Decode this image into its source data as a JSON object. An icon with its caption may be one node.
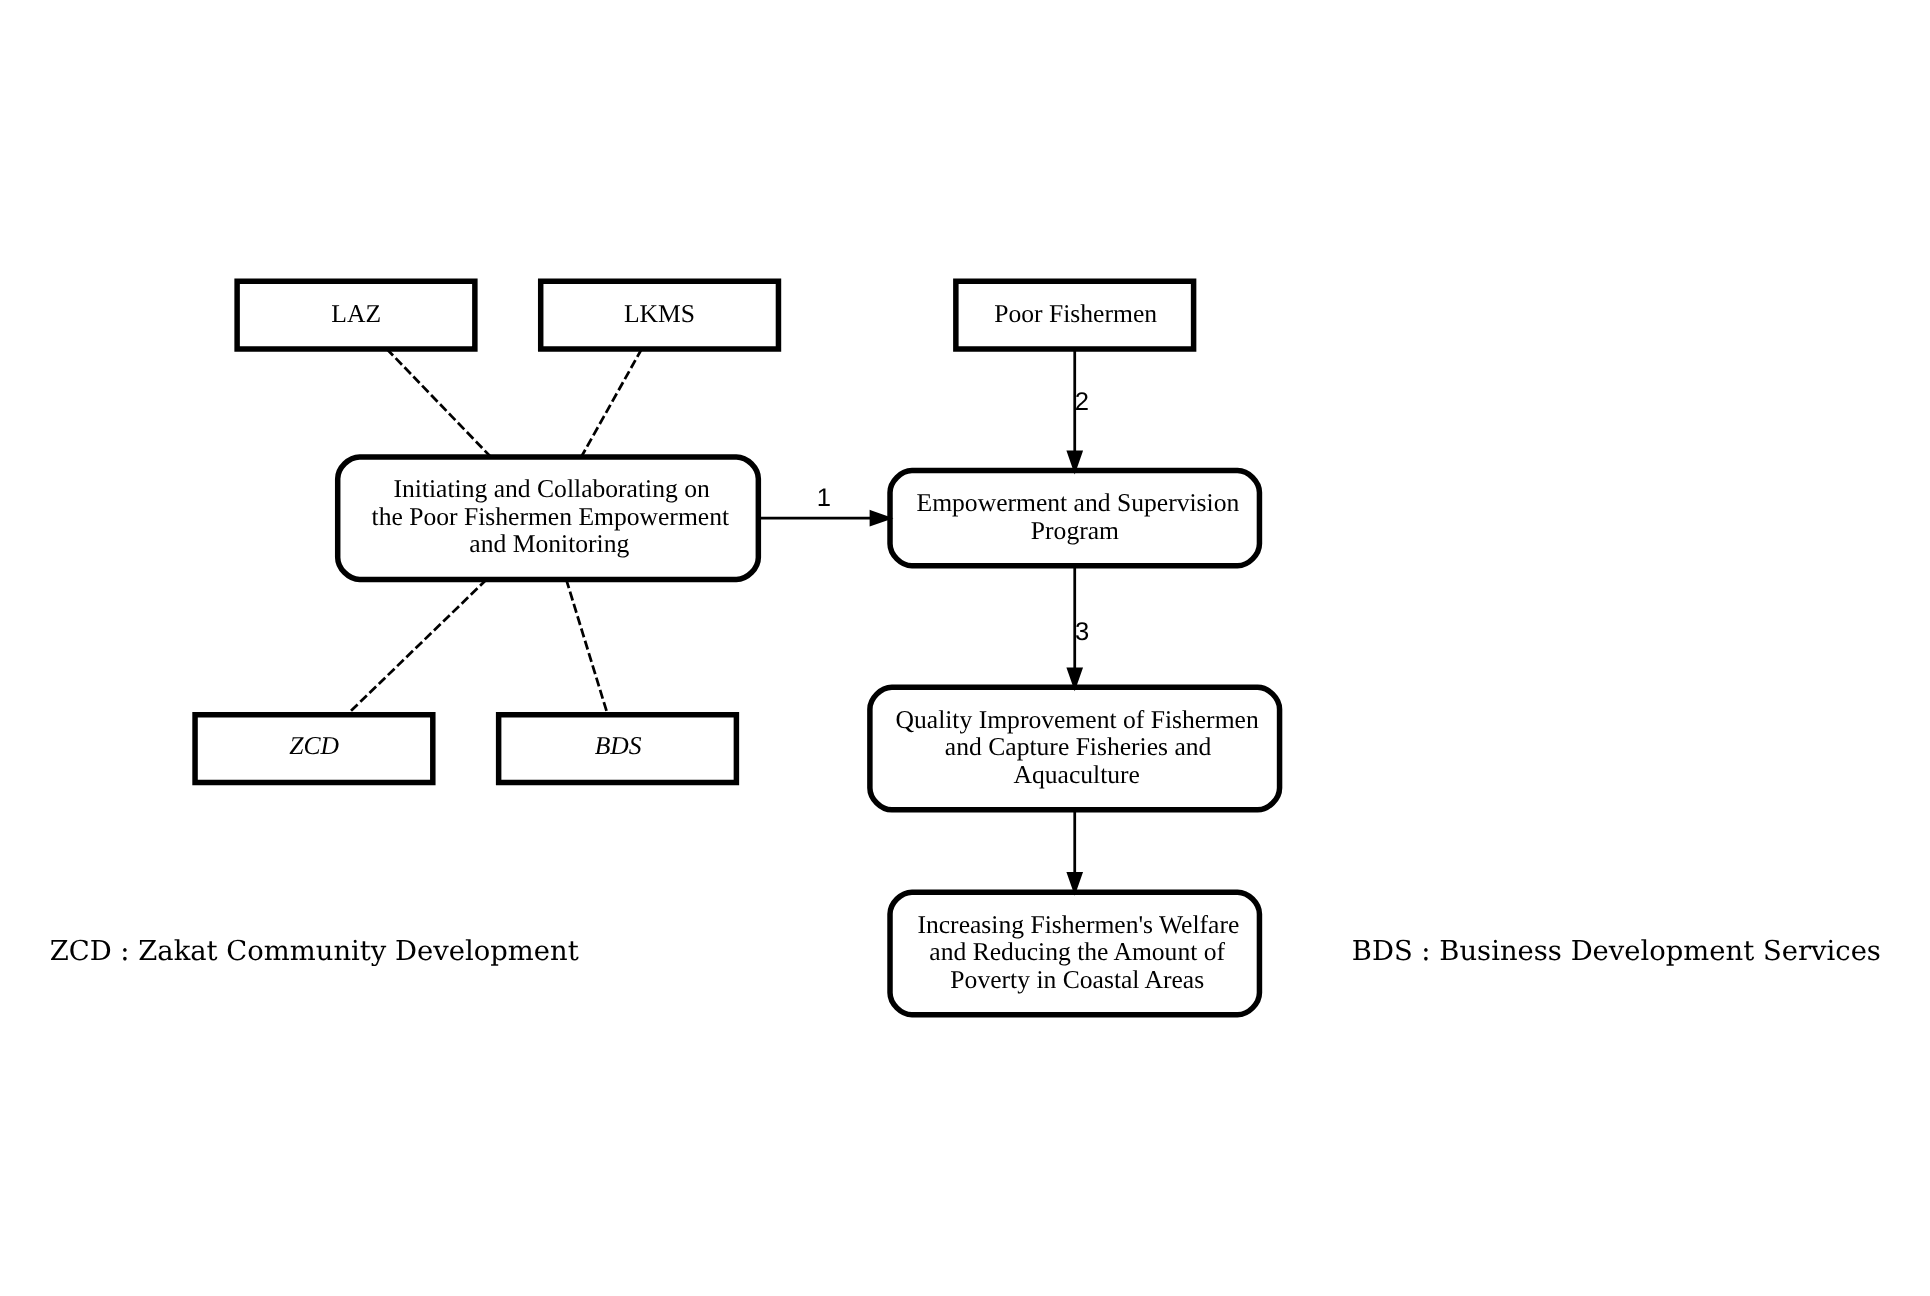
{
  "diagram": {
    "nodes": [
      {
        "text": [
          "LAZ"
        ]
      },
      {
        "text": [
          "LKMS"
        ]
      },
      {
        "text": [
          "Initiating and Collaborating on the Poor Fishermen Empowerment and Monitoring"
        ]
      },
      {
        "text": [
          "ZCD"
        ]
      },
      {
        "text": [
          "BDS"
        ]
      },
      {
        "text": [
          "Poor Fishermen"
        ]
      },
      {
        "text": [
          "Empowerment and Supervision Program"
        ]
      },
      {
        "text": [
          "Quality Improvement of Fishermen and Capture Fisheries and Aquaculture"
        ]
      },
      {
        "text": [
          "Increasing Fishermen's Welfare and Reducing the Amount of Poverty in Coastal Areas"
        ]
      }
    ],
    "edges": [
      {
        "from": 0,
        "to": 2,
        "arrow": "none",
        "style": "dashed"
      },
      {
        "from": 1,
        "to": 2,
        "arrow": "none",
        "style": "dashed"
      },
      {
        "from": 2,
        "to": 3,
        "arrow": "none",
        "style": "dashed"
      },
      {
        "from": 2,
        "to": 4,
        "arrow": "none",
        "style": "dashed"
      },
      {
        "from": 2,
        "to": 6,
        "arrow": "to",
        "label": "1"
      },
      {
        "from": 5,
        "to": 6,
        "arrow": "to",
        "label": "2"
      },
      {
        "from": 6,
        "to": 7,
        "arrow": "to",
        "label": "3"
      },
      {
        "from": 7,
        "to": 8,
        "arrow": "to"
      }
    ],
    "labels": [
      "ZCD : Zakat Community Development",
      "BDS : Business Development Services"
    ]
  }
}
